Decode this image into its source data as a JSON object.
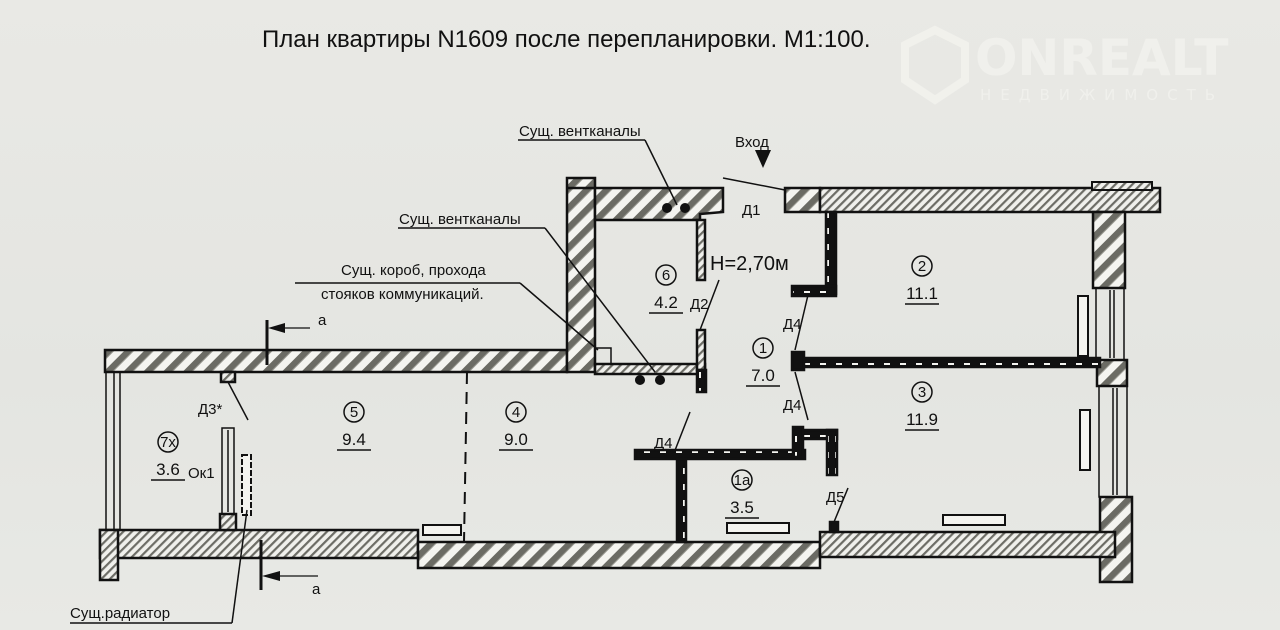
{
  "title": "План квартиры N1609 после перепланировки. М1:100.",
  "watermark": {
    "brand": "ONREALT",
    "subtitle": "НЕДВИЖИМОСТЬ"
  },
  "ceiling_height": "Н=2,70м",
  "entrance_label": "Вход",
  "callouts": {
    "vent_top": "Сущ. вентканалы",
    "vent_mid": "Сущ. вентканалы",
    "duct_line1": "Сущ. короб, прохода",
    "duct_line2": "стояков коммуникаций.",
    "radiator": "Сущ.радиатор"
  },
  "section_marks": {
    "top": "а",
    "bottom": "а"
  },
  "rooms": [
    {
      "id": "1",
      "number": "1",
      "area": "7.0"
    },
    {
      "id": "1a",
      "number": "1а",
      "area": "3.5"
    },
    {
      "id": "2",
      "number": "2",
      "area": "11.1"
    },
    {
      "id": "3",
      "number": "3",
      "area": "11.9"
    },
    {
      "id": "4",
      "number": "4",
      "area": "9.0"
    },
    {
      "id": "5",
      "number": "5",
      "area": "9.4"
    },
    {
      "id": "6",
      "number": "6",
      "area": "4.2"
    },
    {
      "id": "7x",
      "number": "7х",
      "area": "3.6"
    }
  ],
  "doors": {
    "d1": "Д1",
    "d2": "Д2",
    "d3": "Д3*",
    "d4a": "Д4",
    "d4b": "Д4",
    "d4c": "Д4",
    "d5": "Д5"
  },
  "windows": {
    "ok1": "Ок1"
  }
}
